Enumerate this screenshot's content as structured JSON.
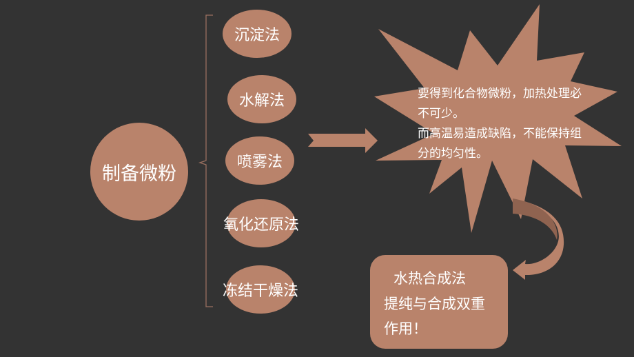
{
  "root": {
    "label": "制备微粉"
  },
  "methods": [
    {
      "label": "沉淀法"
    },
    {
      "label": "水解法"
    },
    {
      "label": "喷雾法"
    },
    {
      "label": "氧化还原法"
    },
    {
      "label": "冻结干燥法"
    }
  ],
  "burst": {
    "lines": [
      "要得到化合物微粉，加热处理必",
      "不可少。",
      "而高温易造成缺陷，不能保持组",
      "分的均匀性。"
    ]
  },
  "result": {
    "lines": [
      "水热合成法",
      "提纯与合成双重",
      "作用！"
    ]
  },
  "colors": {
    "background": "#333333",
    "shape_fill": "#b9836b",
    "arrow_dark": "#8f6350",
    "text": "#ffffff"
  }
}
